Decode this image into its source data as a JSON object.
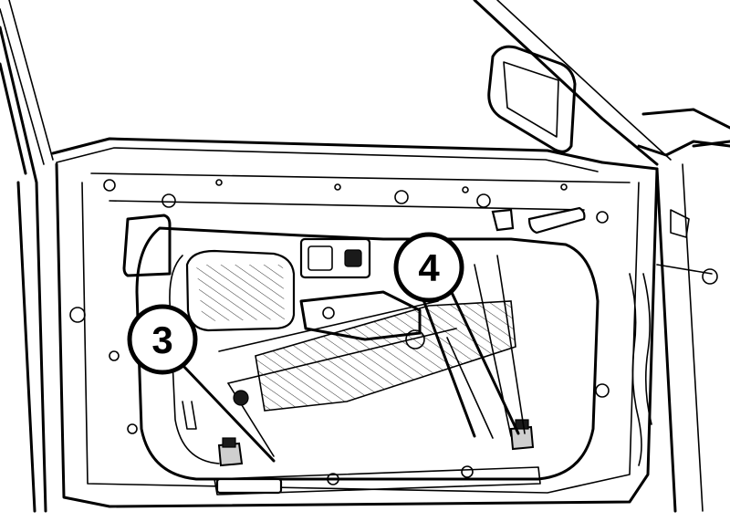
{
  "diagram": {
    "callouts": [
      {
        "id": "3",
        "label": "3"
      },
      {
        "id": "4",
        "label": "4"
      }
    ]
  }
}
